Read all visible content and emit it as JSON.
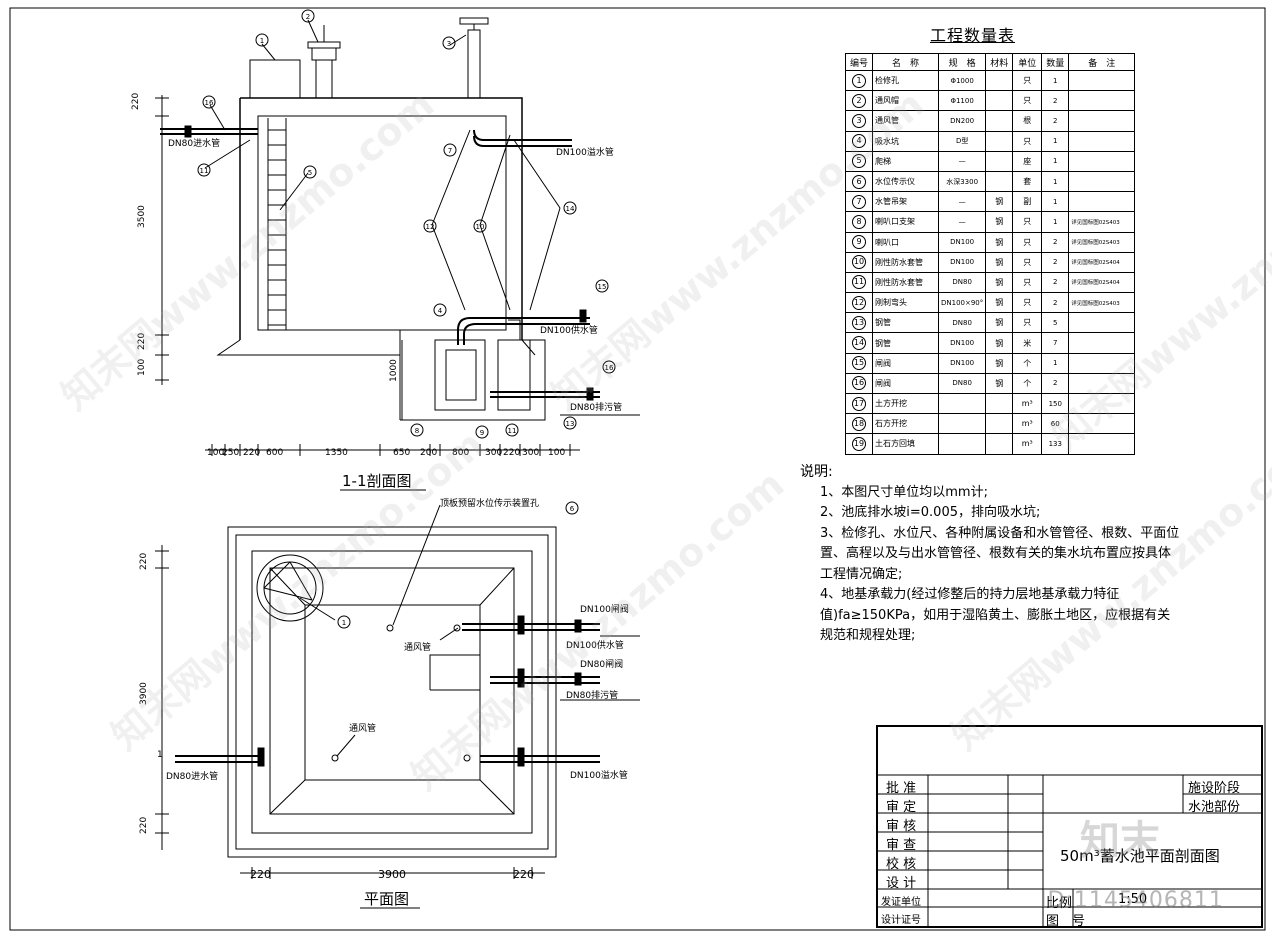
{
  "section_view": {
    "title": "1-1剖面图",
    "dims_vertical": [
      "220",
      "3500",
      "220",
      "100",
      "1000"
    ],
    "dims_horizontal": [
      "100",
      "250",
      "220",
      "600",
      "1350",
      "650",
      "200",
      "800",
      "300",
      "220",
      "300",
      "100"
    ],
    "pipe_labels": {
      "inlet": "DN80进水管",
      "overflow": "DN100溢水管",
      "supply": "DN100供水管",
      "drain": "DN80排污管"
    },
    "callouts": [
      "1",
      "2",
      "3",
      "16",
      "11",
      "5",
      "7",
      "12",
      "10",
      "14",
      "4",
      "15",
      "16",
      "8",
      "9",
      "11",
      "13"
    ]
  },
  "plan_view": {
    "title": "平面图",
    "note_top": "顶板预留水位传示装置孔",
    "note_top_ref": "6",
    "dims_vertical": [
      "220",
      "3900",
      "220"
    ],
    "dims_horizontal": [
      "220",
      "3900",
      "220"
    ],
    "section_mark": "1",
    "vent_label_1": "通风管",
    "vent_label_2": "通风管",
    "manhole_ref": "1",
    "pipe_labels": {
      "valve_100": "DN100闸阀",
      "supply": "DN100供水管",
      "valve_80": "DN80闸阀",
      "drain": "DN80排污管",
      "inlet": "DN80进水管",
      "overflow": "DN100溢水管"
    }
  },
  "quantity_table": {
    "title": "工程数量表",
    "headers": [
      "编号",
      "名　称",
      "规　格",
      "材料",
      "单位",
      "数量",
      "备　注"
    ],
    "rows": [
      {
        "no": "1",
        "name": "检修孔",
        "spec": "Φ1000",
        "mat": "",
        "unit": "只",
        "qty": "1",
        "note": ""
      },
      {
        "no": "2",
        "name": "通风帽",
        "spec": "Φ1100",
        "mat": "",
        "unit": "只",
        "qty": "2",
        "note": ""
      },
      {
        "no": "3",
        "name": "通风管",
        "spec": "DN200",
        "mat": "",
        "unit": "根",
        "qty": "2",
        "note": ""
      },
      {
        "no": "4",
        "name": "吸水坑",
        "spec": "D型",
        "mat": "",
        "unit": "只",
        "qty": "1",
        "note": ""
      },
      {
        "no": "5",
        "name": "爬梯",
        "spec": "—",
        "mat": "",
        "unit": "座",
        "qty": "1",
        "note": ""
      },
      {
        "no": "6",
        "name": "水位传示仪",
        "spec": "水深3300",
        "mat": "",
        "unit": "套",
        "qty": "1",
        "note": ""
      },
      {
        "no": "7",
        "name": "水管吊架",
        "spec": "—",
        "mat": "钢",
        "unit": "副",
        "qty": "1",
        "note": ""
      },
      {
        "no": "8",
        "name": "喇叭口支架",
        "spec": "—",
        "mat": "钢",
        "unit": "只",
        "qty": "1",
        "note": "详见国标图02S403"
      },
      {
        "no": "9",
        "name": "喇叭口",
        "spec": "DN100",
        "mat": "钢",
        "unit": "只",
        "qty": "2",
        "note": "详见国标图02S403"
      },
      {
        "no": "10",
        "name": "刚性防水套管",
        "spec": "DN100",
        "mat": "钢",
        "unit": "只",
        "qty": "2",
        "note": "详见国标图02S404"
      },
      {
        "no": "11",
        "name": "刚性防水套管",
        "spec": "DN80",
        "mat": "钢",
        "unit": "只",
        "qty": "2",
        "note": "详见国标图02S404"
      },
      {
        "no": "12",
        "name": "刚制弯头",
        "spec": "DN100×90°",
        "mat": "钢",
        "unit": "只",
        "qty": "2",
        "note": "详见国标图02S403"
      },
      {
        "no": "13",
        "name": "钢管",
        "spec": "DN80",
        "mat": "钢",
        "unit": "只",
        "qty": "5",
        "note": ""
      },
      {
        "no": "14",
        "name": "钢管",
        "spec": "DN100",
        "mat": "钢",
        "unit": "米",
        "qty": "7",
        "note": ""
      },
      {
        "no": "15",
        "name": "闸阀",
        "spec": "DN100",
        "mat": "钢",
        "unit": "个",
        "qty": "1",
        "note": ""
      },
      {
        "no": "16",
        "name": "闸阀",
        "spec": "DN80",
        "mat": "钢",
        "unit": "个",
        "qty": "2",
        "note": ""
      },
      {
        "no": "17",
        "name": "土方开挖",
        "spec": "",
        "mat": "",
        "unit": "m³",
        "qty": "150",
        "note": ""
      },
      {
        "no": "18",
        "name": "石方开挖",
        "spec": "",
        "mat": "",
        "unit": "m³",
        "qty": "60",
        "note": ""
      },
      {
        "no": "19",
        "name": "土石方回填",
        "spec": "",
        "mat": "",
        "unit": "m³",
        "qty": "133",
        "note": ""
      }
    ]
  },
  "notes": {
    "heading": "说明:",
    "items": [
      "1、本图尺寸单位均以mm计;",
      "2、池底排水坡i=0.005，排向吸水坑;",
      "3、检修孔、水位尺、各种附属设备和水管管径、根数、平面位置、高程以及与出水管管径、根数有关的集水坑布置应按具体工程情况确定;",
      "4、地基承载力(经过修整后的持力层地基承载力特征值)fa≥150KPa，如用于湿陷黄土、膨胀土地区，应根据有关规范和规程处理;"
    ]
  },
  "title_block": {
    "rows": [
      "批 准",
      "审 定",
      "审 核",
      "审 查",
      "校 核",
      "设 计"
    ],
    "cert_unit": "发证单位",
    "cert_no": "设计证号",
    "stage": "施设阶段",
    "part": "水池部份",
    "drawing_title": "50m³蓄水池平面剖面图",
    "scale_label": "比例",
    "scale_value": "1:50",
    "drawing_no_label": "图　号"
  },
  "watermarks": {
    "text": "知末网www.znzmo.com",
    "logo": "知末",
    "id": "ID:1145406811"
  }
}
